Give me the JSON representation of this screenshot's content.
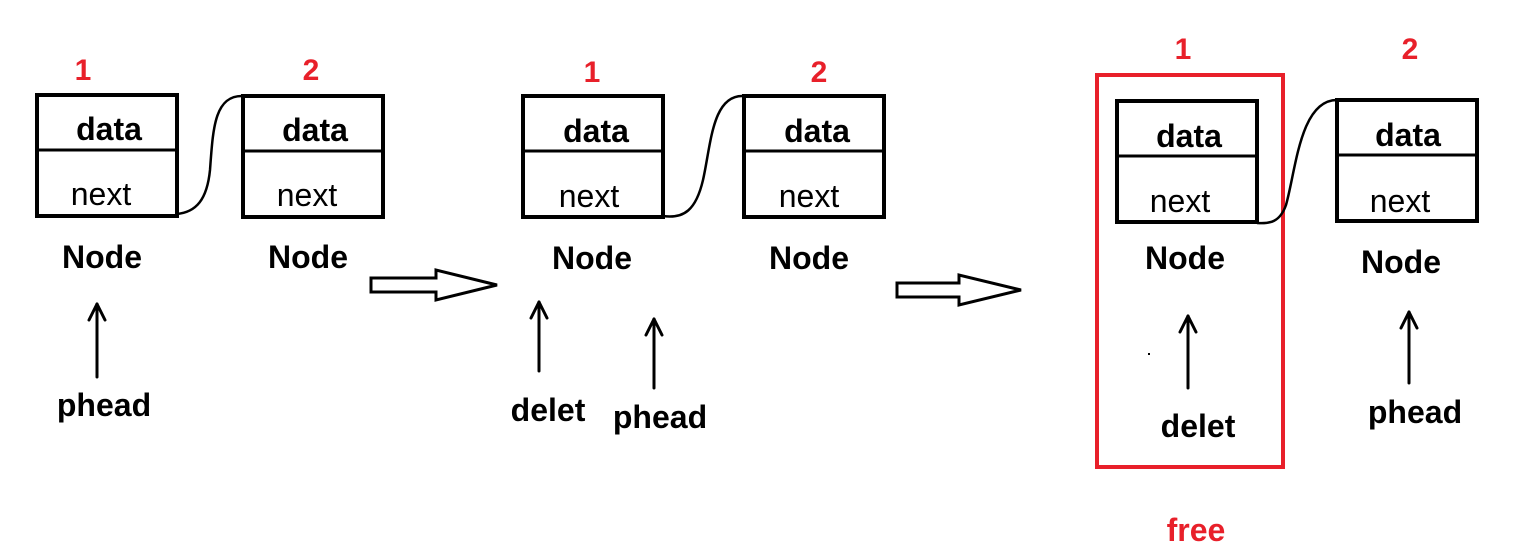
{
  "stages": [
    {
      "nodes": [
        {
          "number": "1",
          "data": "data",
          "next": "next",
          "caption": "Node"
        },
        {
          "number": "2",
          "data": "data",
          "next": "next",
          "caption": "Node"
        }
      ],
      "pointers": [
        "phead"
      ]
    },
    {
      "nodes": [
        {
          "number": "1",
          "data": "data",
          "next": "next",
          "caption": "Node"
        },
        {
          "number": "2",
          "data": "data",
          "next": "next",
          "caption": "Node"
        }
      ],
      "pointers": [
        "delet",
        "phead"
      ]
    },
    {
      "nodes": [
        {
          "number": "1",
          "data": "data",
          "next": "next",
          "caption": "Node"
        },
        {
          "number": "2",
          "data": "data",
          "next": "next",
          "caption": "Node"
        }
      ],
      "pointers": [
        "delet",
        "phead"
      ],
      "freed_label": "free"
    }
  ],
  "colors": {
    "ink": "#000000",
    "accent": "#e8202a"
  }
}
